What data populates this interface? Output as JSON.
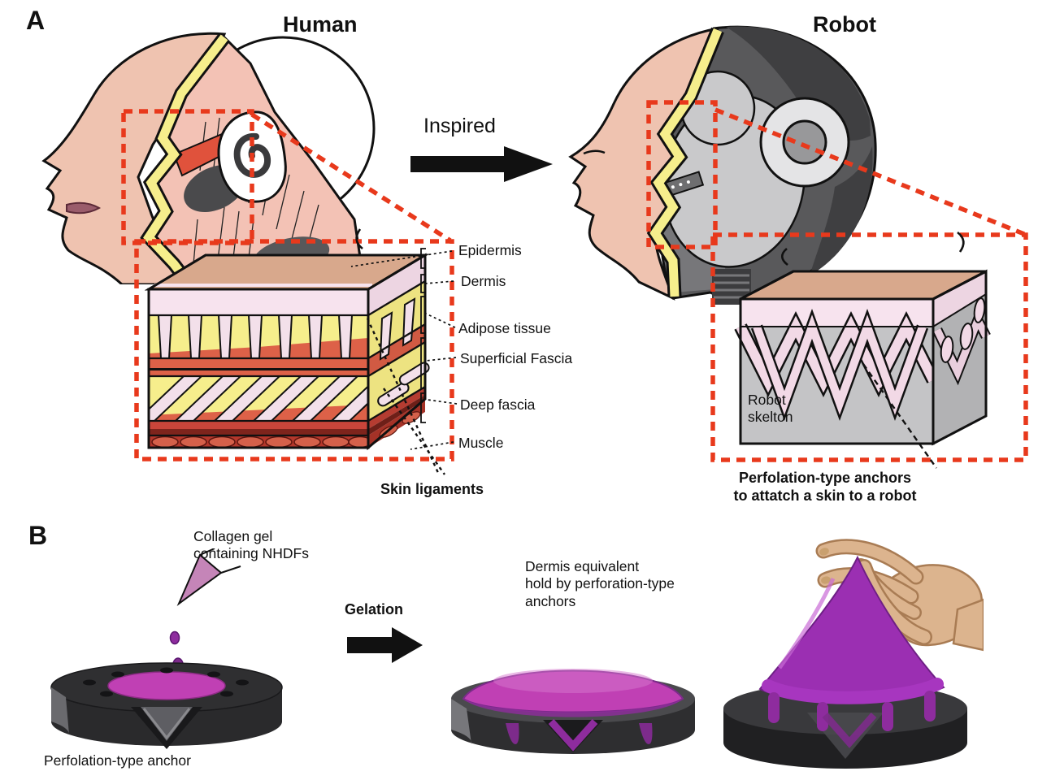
{
  "panel_a": {
    "label": "A",
    "human_title": "Human",
    "robot_title": "Robot",
    "inspired_label": "Inspired",
    "skin_layers": [
      "Epidermis",
      "Dermis",
      "Adipose tissue",
      "Superficial Fascia",
      "Deep fascia",
      "Muscle"
    ],
    "skin_ligaments_label": "Skin ligaments",
    "robot_skeleton": [
      "Robot",
      "skelton"
    ],
    "anchor_caption": [
      "Perfolation-type anchors",
      "to attatch a skin to a robot"
    ]
  },
  "panel_b": {
    "label": "B",
    "collagen_caption": [
      "Collagen gel",
      "containing NHDFs"
    ],
    "gelation_label": "Gelation",
    "dermis_caption": [
      "Dermis equivalent",
      "hold by perforation-type",
      "anchors"
    ],
    "anchor_label": "Perfolation-type anchor"
  },
  "colors": {
    "accent_red": "#E8391C",
    "skin_pink": "#EFC3B0",
    "fat_yellow": "#F6EE8C",
    "dermis_pink": "#F7E3EE",
    "fascia_red": "#DD6148",
    "muscle_red": "#B5372B",
    "epidermis_tan": "#D8A88C",
    "robot_gray": "#C4C4C6",
    "robot_dark": "#59595B",
    "gel_magenta": "#C040B4",
    "gel_purple": "#9B2FB2",
    "anchor_dark": "#2F2F31",
    "hand_tan": "#DCB48E"
  }
}
